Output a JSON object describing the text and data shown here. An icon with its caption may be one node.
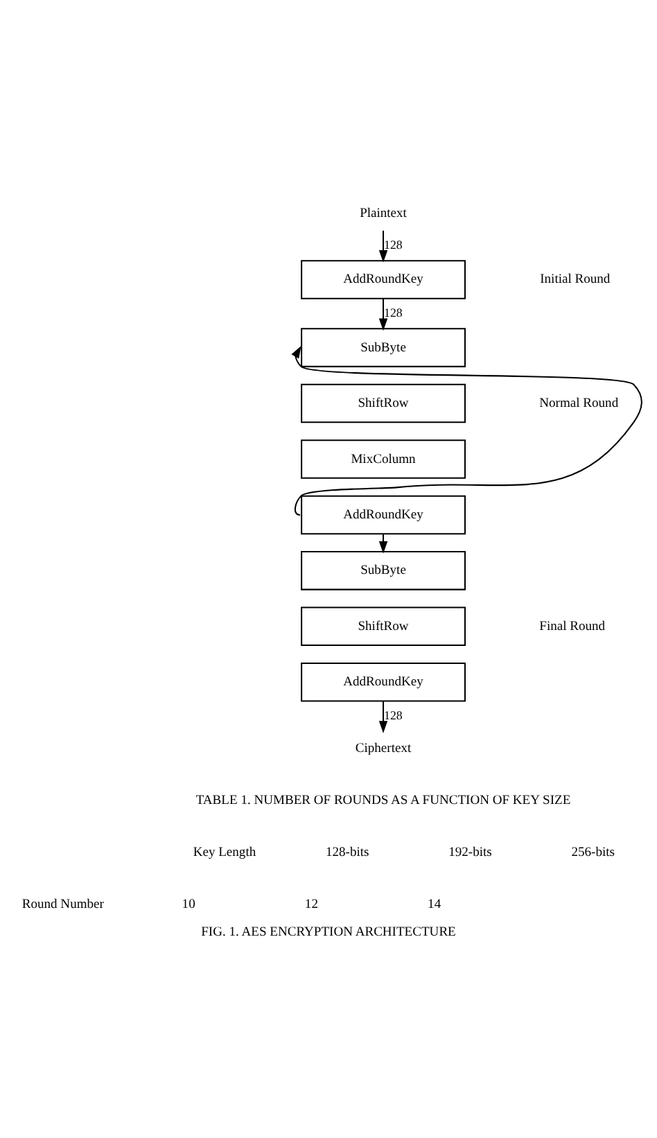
{
  "diagram": {
    "caption": "FIG. 1. AES ENCRYPTION ARCHITECTURE",
    "nodes": [
      {
        "text": [
          "Plaintext"
        ]
      },
      {
        "text": [
          "AddRoundKey"
        ]
      },
      {
        "text": [
          "SubByte"
        ]
      },
      {
        "text": [
          "ShiftRow"
        ]
      },
      {
        "text": [
          "MixColumn"
        ]
      },
      {
        "text": [
          "AddRoundKey"
        ]
      },
      {
        "text": [
          "SubByte"
        ]
      },
      {
        "text": [
          "ShiftRow"
        ]
      },
      {
        "text": [
          "AddRoundKey"
        ]
      },
      {
        "text": [
          "Ciphertext"
        ]
      }
    ],
    "edges": [
      {
        "from": 0,
        "to": 1,
        "arrow": "to",
        "label": "128"
      },
      {
        "from": 1,
        "to": 2,
        "arrow": "to",
        "label": "128"
      },
      {
        "from": 5,
        "to": 2,
        "arrow": "to"
      },
      {
        "from": 5,
        "to": 6,
        "arrow": "to"
      },
      {
        "from": 8,
        "to": 9,
        "arrow": "to",
        "label": "128"
      }
    ],
    "labels": [
      "Initial Round",
      "Normal Round",
      "Final Round",
      "TABLE 1. NUMBER OF ROUNDS AS A FUNCTION OF KEY SIZE",
      "Key Length",
      "128-bits",
      "192-bits",
      "256-bits",
      "Round Number",
      "10",
      "12",
      "14"
    ]
  }
}
